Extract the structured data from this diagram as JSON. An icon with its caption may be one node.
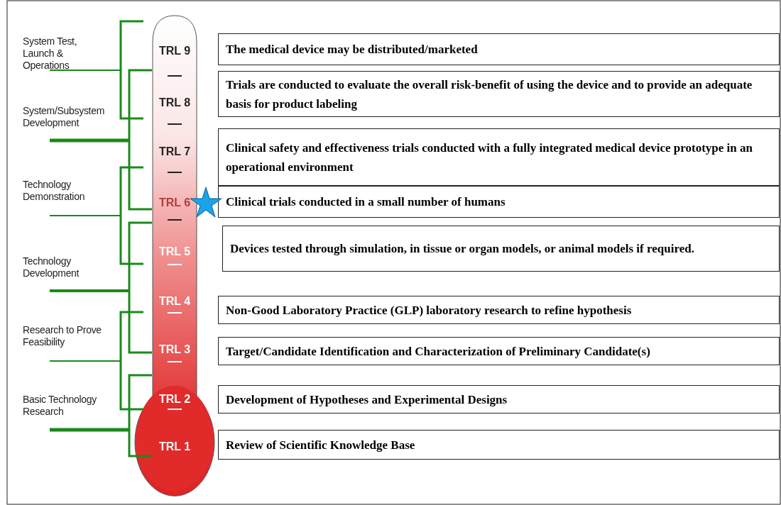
{
  "diagram": {
    "nodes": [
      {
        "text": [
          "The medical device may be distributed/marketed"
        ]
      },
      {
        "text": [
          "Trials are conducted to evaluate the overall risk-benefit of using the device and to provide an adequate basis for product labeling"
        ]
      },
      {
        "text": [
          "Clinical safety and effectiveness trials conducted with a fully integrated medical device prototype in an operational environment"
        ]
      },
      {
        "text": [
          "Clinical trials conducted in a small number of humans"
        ]
      },
      {
        "text": [
          "Devices tested through simulation, in tissue or organ models, or animal models if required."
        ]
      },
      {
        "text": [
          "Non-Good Laboratory Practice (GLP) laboratory research to refine hypothesis"
        ]
      },
      {
        "text": [
          "Target/Candidate Identification and Characterization of Preliminary Candidate(s)"
        ]
      },
      {
        "text": [
          "Development of Hypotheses and Experimental Designs"
        ]
      },
      {
        "text": [
          "Review of Scientific Knowledge Base"
        ]
      }
    ],
    "edges": [],
    "labels": [
      "System Test, Launch & Operations",
      "System/Subsystem Development",
      "Technology Demonstration",
      "Technology Development",
      "Research to Prove Feasibility",
      "Basic Technology Research",
      "TRL 9",
      "TRL 8",
      "TRL 7",
      "TRL 6",
      "TRL 5",
      "TRL 4",
      "TRL 3",
      "TRL 2",
      "TRL 1"
    ]
  }
}
